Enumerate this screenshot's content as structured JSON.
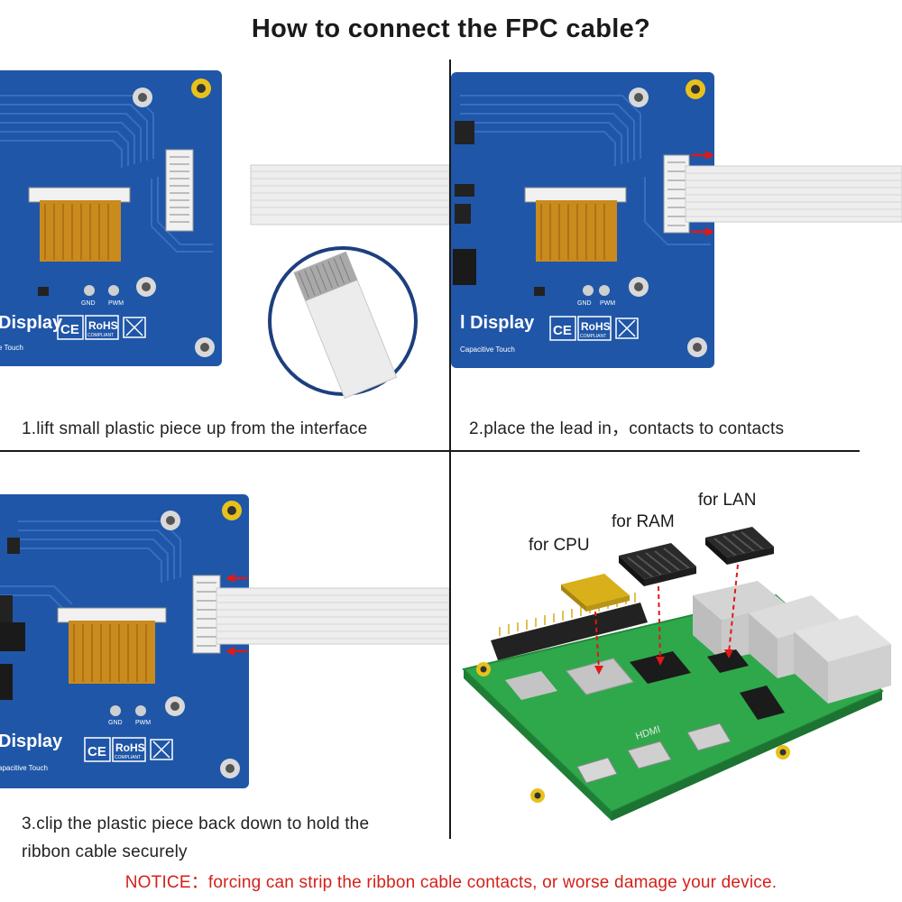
{
  "title": "How to connect the FPC cable?",
  "board": {
    "display_text_1": "Display",
    "display_text_2": "l Display",
    "subtitle_1": "e Touch",
    "subtitle_2": "Capacitive Touch",
    "subtitle_3": "apacitive Touch",
    "gnd_label": "GND",
    "pwm_label": "PWM",
    "ce_mark": "CE",
    "rohs_mark": "RoHS",
    "rohs_sub": "COMPLIANT"
  },
  "steps": [
    {
      "number": 1,
      "caption": "1.lift small plastic piece up from the interface"
    },
    {
      "number": 2,
      "caption": "2.place the lead in，contacts to contacts"
    },
    {
      "number": 3,
      "caption_line1": "3.clip the plastic piece back down to hold the",
      "caption_line2": "ribbon cable securely"
    }
  ],
  "pi_diagram": {
    "labels": {
      "cpu": "for CPU",
      "ram": "for RAM",
      "lan": "for LAN"
    },
    "hdmi": "HDMI"
  },
  "notice": "NOTICE：forcing can strip the ribbon cable contacts, or worse damage your device.",
  "colors": {
    "board_blue": "#1f56a8",
    "pi_green": "#2ea84b",
    "notice_red": "#d4201a",
    "arrow_red": "#e01818",
    "copper": "#c98a1e"
  }
}
